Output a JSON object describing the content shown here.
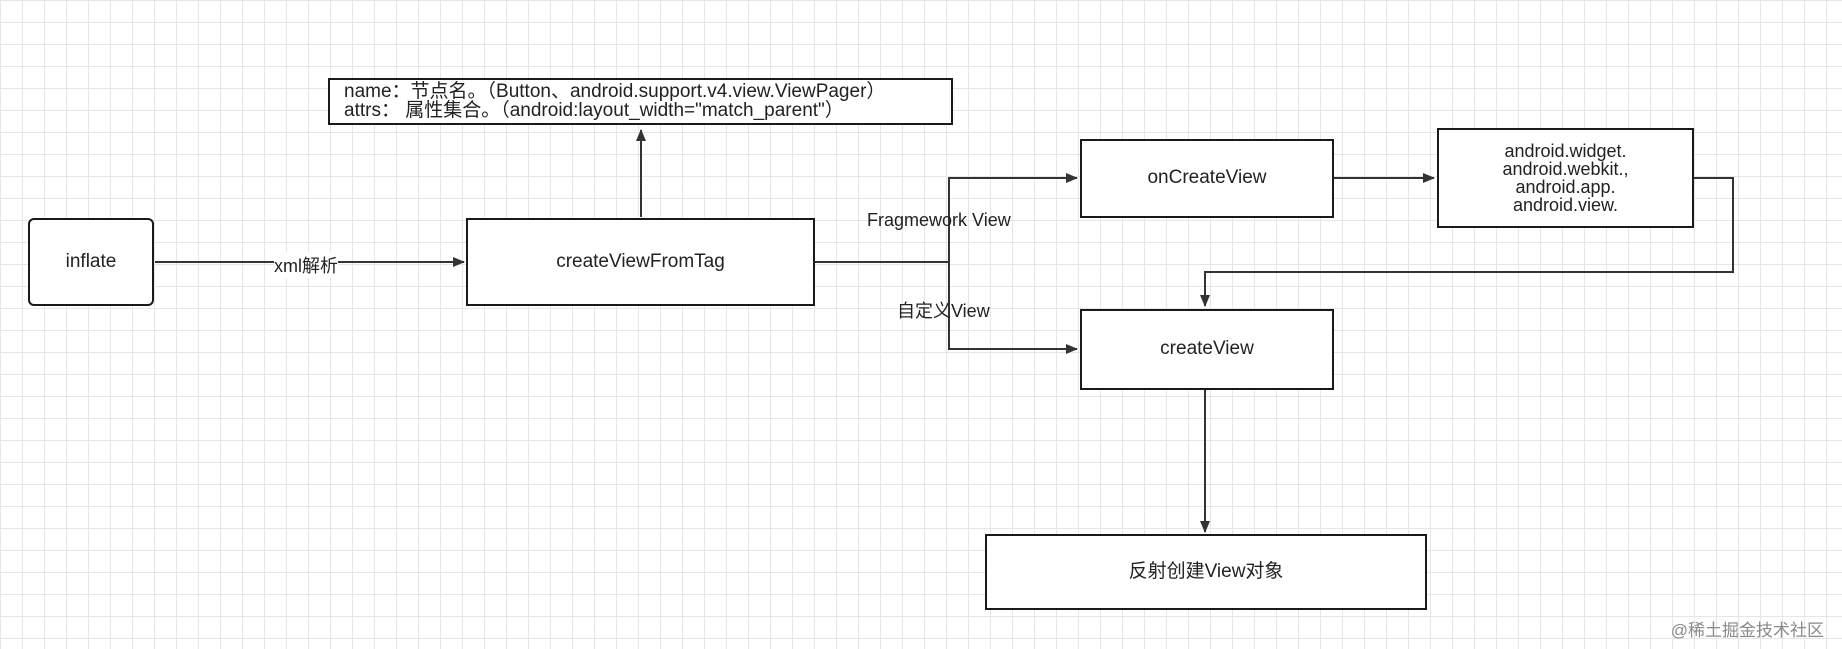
{
  "nodes": {
    "inflate": "inflate",
    "create_view_from_tag": "createViewFromTag",
    "on_create_view": "onCreateView",
    "create_view": "createView",
    "reflect": "反射创建View对象",
    "packages": [
      "android.widget.",
      "android.webkit.,",
      "android.app.",
      "android.view."
    ]
  },
  "note": {
    "line1": "name：节点名。（Button、android.support.v4.view.ViewPager）",
    "line2": "attrs：  属性集合。（android:layout_width=\"match_parent\"）"
  },
  "edge_labels": {
    "xml_parse": "xml解析",
    "framework_view": "Fragmework View",
    "custom_view": "自定义View"
  },
  "watermark": "@稀土掘金技术社区",
  "colors": {
    "line": "#333333",
    "border": "#1a1a1a",
    "grid": "#e6e6e6"
  }
}
